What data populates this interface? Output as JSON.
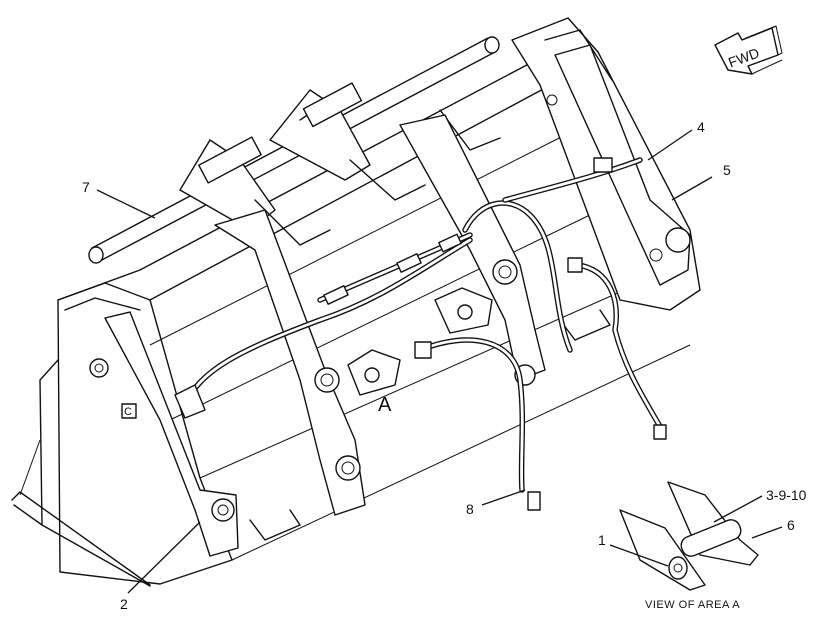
{
  "callouts": [
    {
      "id": "c1",
      "text": "1"
    },
    {
      "id": "c2",
      "text": "2"
    },
    {
      "id": "c3",
      "text": "3-9-10"
    },
    {
      "id": "c4",
      "text": "4"
    },
    {
      "id": "c5",
      "text": "5"
    },
    {
      "id": "c6",
      "text": "6"
    },
    {
      "id": "c7",
      "text": "7"
    },
    {
      "id": "c8",
      "text": "8"
    }
  ],
  "area_marker": "A",
  "view_caption": "VIEW OF AREA A",
  "direction_arrow": "FWD",
  "icons": [
    "fwd-arrow-icon",
    "manufacturer-logo-icon"
  ]
}
